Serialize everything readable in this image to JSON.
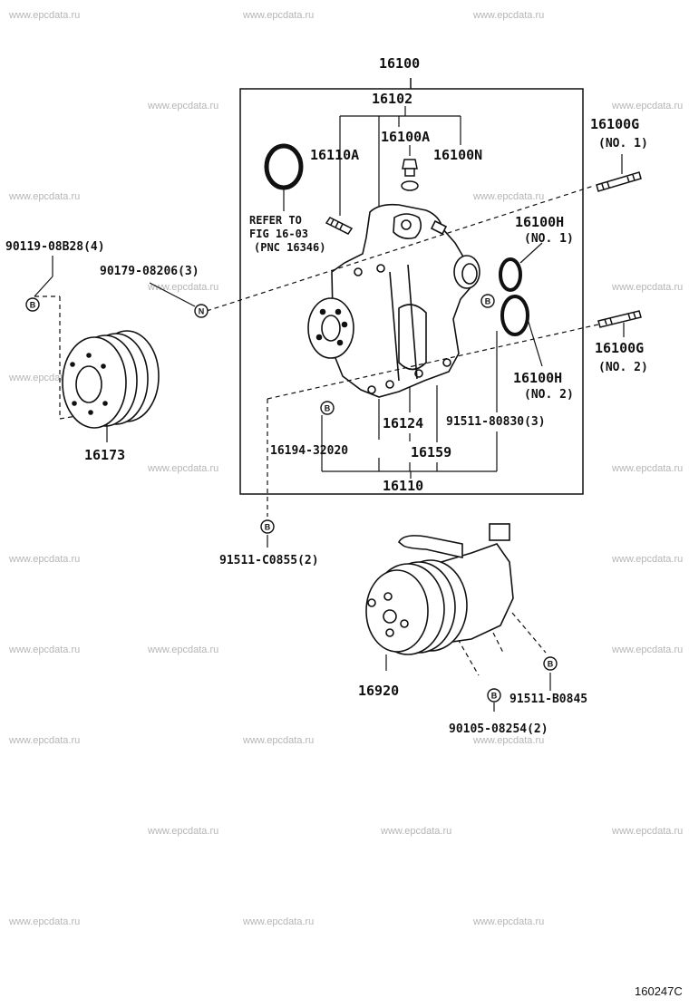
{
  "watermark": "www.epcdata.ru",
  "figure_id": "160247C",
  "labels": {
    "assy": "16100",
    "body": "16102",
    "drain_cock": "16100A",
    "plug_gasket": "16100N",
    "stud_a": "16110A",
    "gasket_left": "16100H",
    "gasket_left_no": "(NO. 1)",
    "gasket_right": "16100H",
    "gasket_right_no": "(NO. 2)",
    "stud_no1": "16100G",
    "stud_no1_no": "(NO. 1)",
    "stud_no2": "16100G",
    "stud_no2_no": "(NO. 2)",
    "bolt_4": "90119-08B28(4)",
    "bolt_3": "90179-08206(3)",
    "bolt_80830": "91511-80830(3)",
    "gasket_16124": "16124",
    "part_16194": "16194-32020",
    "part_16159": "16159",
    "pump_16110": "16110",
    "pulley": "16173",
    "bolt_c0855": "91511-C0855(2)",
    "fan_coupling": "16920",
    "bolt_b0845": "91511-B0845",
    "bolt_08254": "90105-08254(2)"
  },
  "refer": {
    "line1": "REFER TO",
    "line2": "FIG 16-03",
    "line3": "(PNC 16346)"
  },
  "badges": {
    "b": "B",
    "n": "N"
  }
}
